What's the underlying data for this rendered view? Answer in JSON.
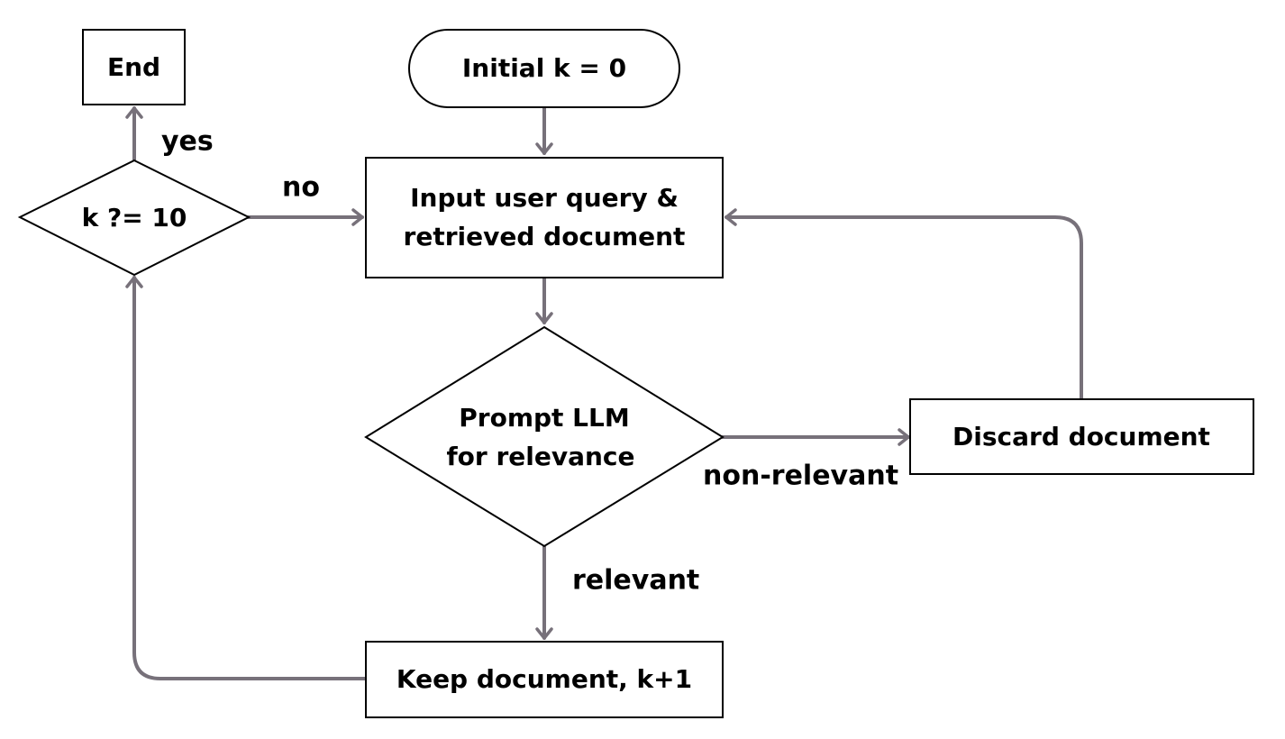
{
  "diagram": {
    "colors": {
      "connector": "#77717a",
      "node_border": "#000000",
      "text": "#000000",
      "background": "#ffffff"
    },
    "nodes": {
      "end": "End",
      "start": "Initial k = 0",
      "decision_k": "k ?= 10",
      "input_line1": "Input user query &",
      "input_line2": "retrieved document",
      "prompt_line1": "Prompt LLM",
      "prompt_line2": "for relevance",
      "discard": "Discard document",
      "keep": "Keep document, k+1"
    },
    "edges": {
      "yes": "yes",
      "no": "no",
      "non_relevant": "non-relevant",
      "relevant": "relevant"
    }
  }
}
